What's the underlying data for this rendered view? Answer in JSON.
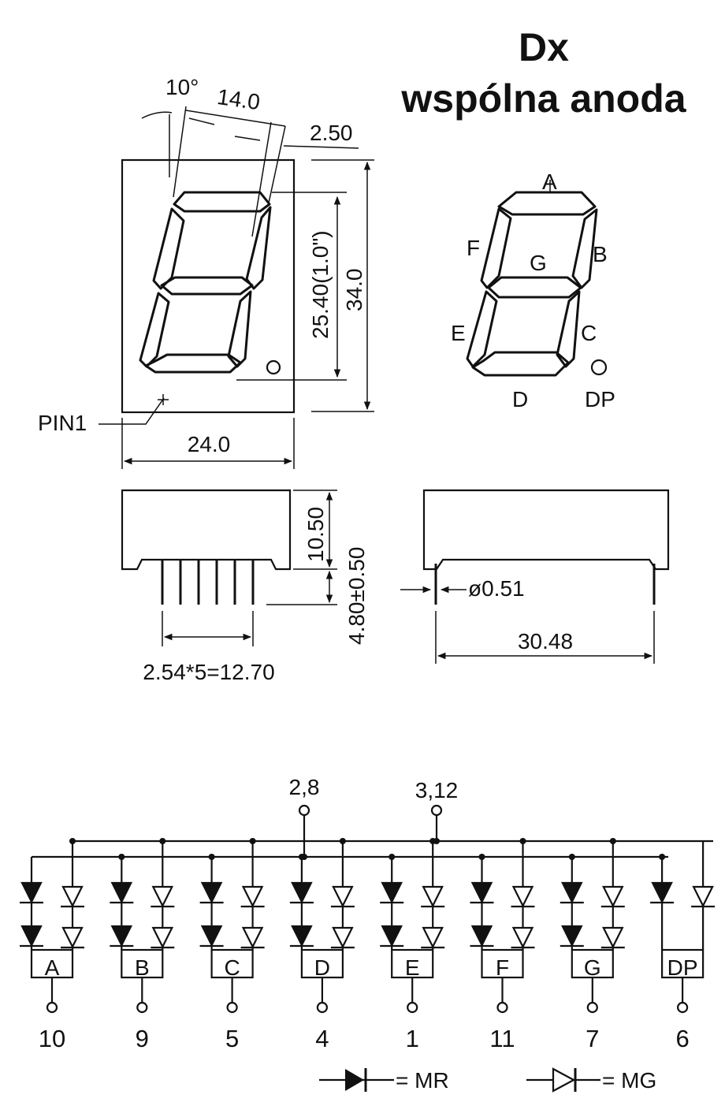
{
  "title": {
    "line1": "Dx",
    "line2": "wspólna anoda"
  },
  "dimensions": {
    "angle": "10°",
    "slant_width": "14.0",
    "top_offset": "2.50",
    "digit_height": "25.40(1.0\")",
    "body_height": "34.0",
    "body_width": "24.0",
    "pin1": "PIN1",
    "side_height": "10.50",
    "pin_length": "4.80±0.50",
    "pin_span": "2.54*5=12.70",
    "pin_diameter": "ø0.51",
    "row_spacing": "30.48"
  },
  "segment_labels": [
    "A",
    "B",
    "C",
    "D",
    "E",
    "F",
    "G",
    "DP"
  ],
  "schematic": {
    "common_pins": [
      "2,8",
      "3,12"
    ],
    "segments": [
      {
        "name": "A",
        "pin": "10"
      },
      {
        "name": "B",
        "pin": "9"
      },
      {
        "name": "C",
        "pin": "5"
      },
      {
        "name": "D",
        "pin": "4"
      },
      {
        "name": "E",
        "pin": "1"
      },
      {
        "name": "F",
        "pin": "11"
      },
      {
        "name": "G",
        "pin": "7"
      },
      {
        "name": "DP",
        "pin": "6"
      }
    ],
    "legend": [
      {
        "symbol": "filled-diode",
        "text": "= MR"
      },
      {
        "symbol": "outline-diode",
        "text": "= MG"
      }
    ]
  }
}
